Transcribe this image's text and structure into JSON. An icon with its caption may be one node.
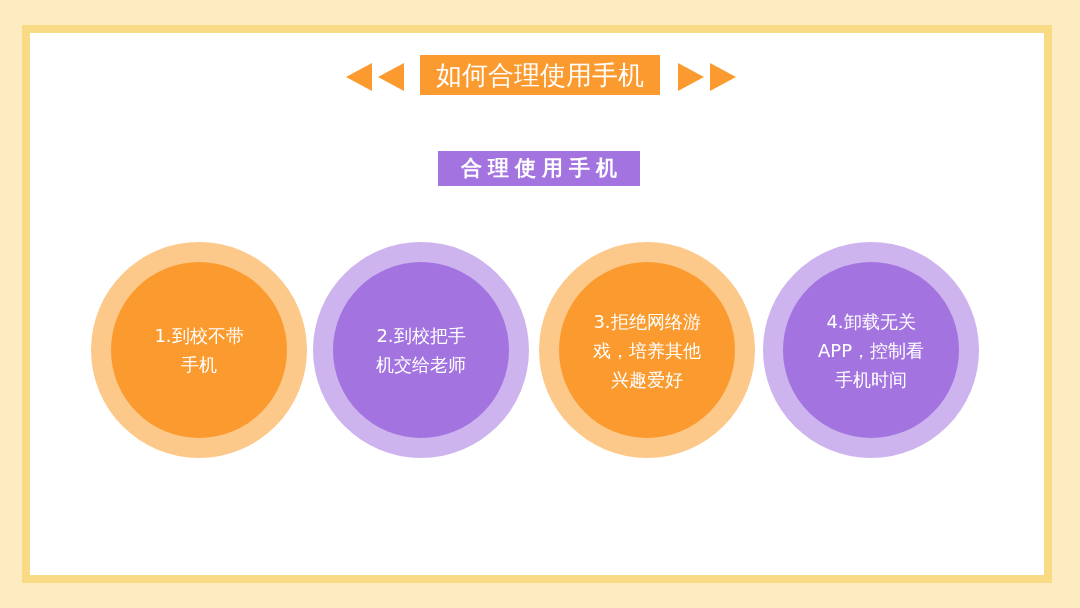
{
  "diagram": {
    "title": "如何合理使用手机",
    "nodes": [
      {
        "text": [
          "合理使用手机"
        ]
      },
      {
        "text": [
          "1.到校不带手机"
        ]
      },
      {
        "text": [
          "2.到校把手机交给老师"
        ]
      },
      {
        "text": [
          "3.拒绝网络游戏，培养其他兴趣爱好"
        ]
      },
      {
        "text": [
          "4.卸载无关APP，控制看手机时间"
        ]
      }
    ]
  }
}
